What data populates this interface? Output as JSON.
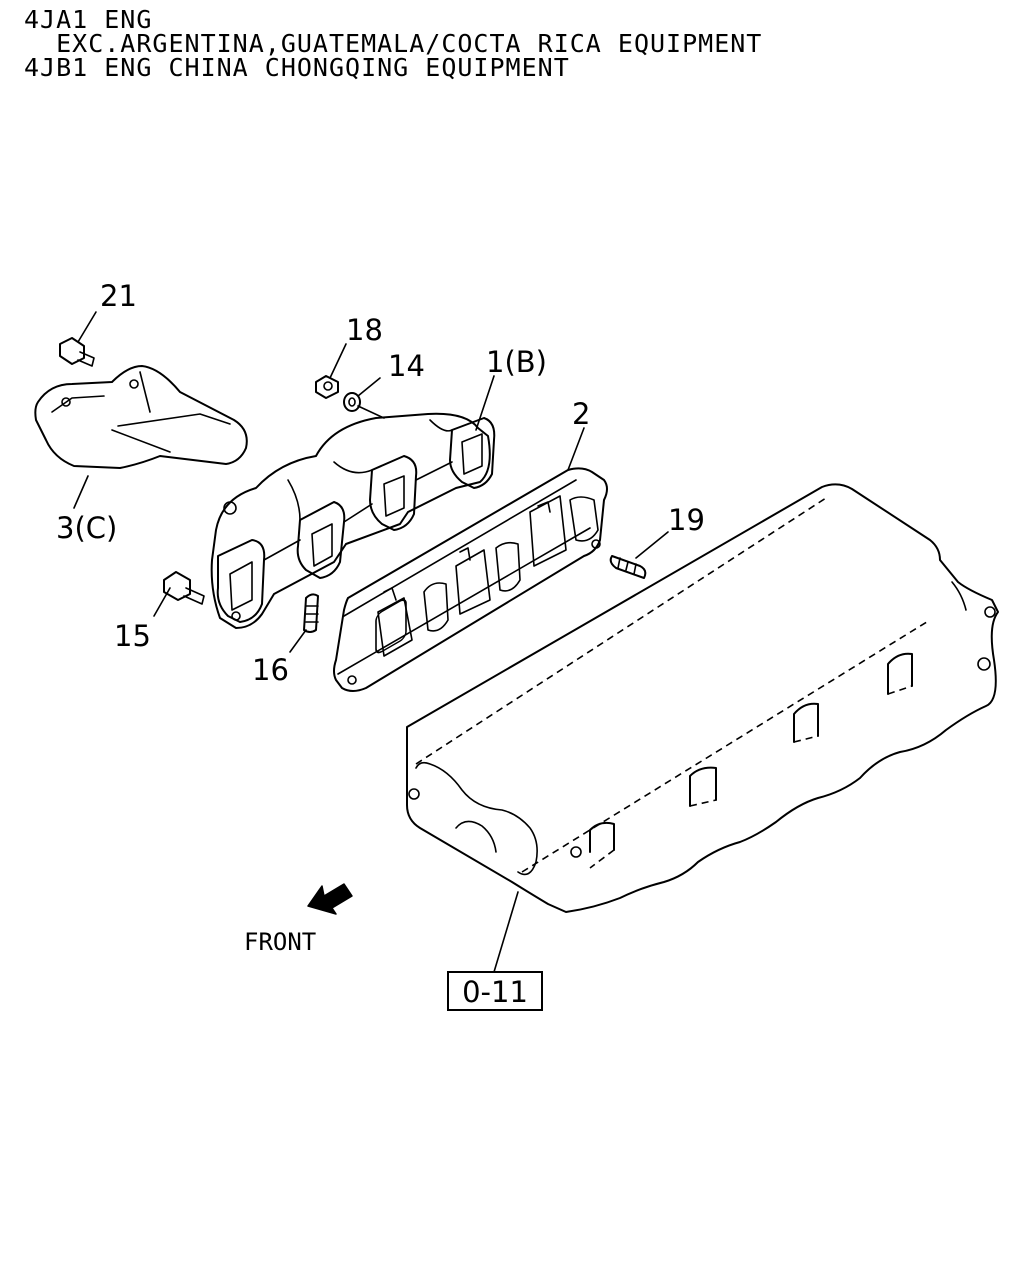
{
  "header": {
    "line1": "4JA1 ENG",
    "line2": "  EXC.ARGENTINA,GUATEMALA/COCTA RICA EQUIPMENT",
    "line3": "4JB1 ENG CHINA CHONGQING EQUIPMENT"
  },
  "callouts": {
    "c21": "21",
    "c18": "18",
    "c14": "14",
    "c1": "1(B)",
    "c2": "2",
    "c3": "3(C)",
    "c19": "19",
    "c15": "15",
    "c16": "16"
  },
  "front_label": "FRONT",
  "reference_box": "0-11",
  "icons": {
    "front_arrow": "front-arrow-icon"
  }
}
